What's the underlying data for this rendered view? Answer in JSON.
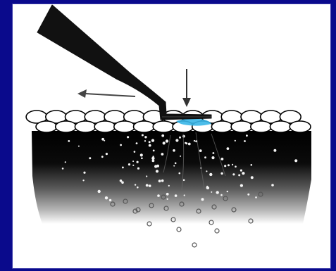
{
  "diagram": {
    "background_color": "#0a0a8c",
    "panel_color": "#ffffff",
    "tool_color": "#111111",
    "tissue_dark_color": "#000000",
    "tissue_fade_color": "#bdbdbd",
    "contact_highlight_color": "#38b6e8",
    "movement_arrow_direction": "left",
    "pressure_arrow_direction": "down",
    "surface_cell_count": 28,
    "particle_style": "white dots in dark tissue, open circles below"
  }
}
